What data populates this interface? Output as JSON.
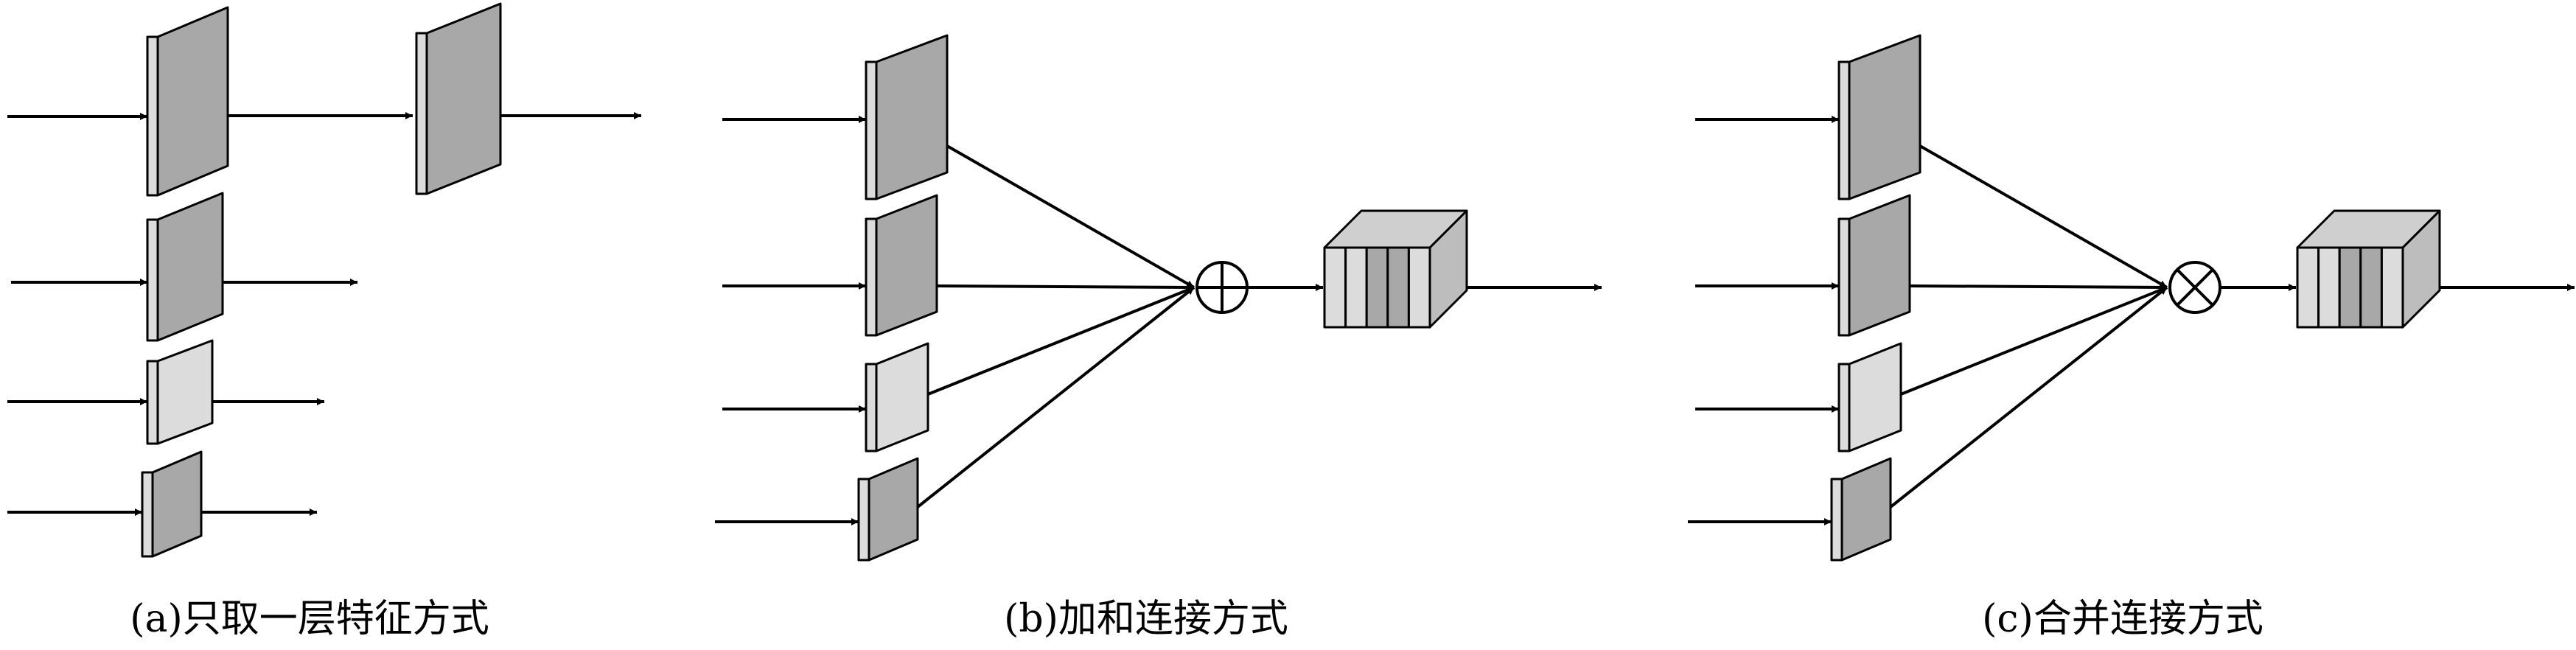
{
  "panels": [
    {
      "id": "a",
      "caption": "(a)只取一层特征方式",
      "operator": "none"
    },
    {
      "id": "b",
      "caption": "(b)加和连接方式",
      "operator": "plus"
    },
    {
      "id": "c",
      "caption": "(c)合并连接方式",
      "operator": "times"
    }
  ],
  "colors": {
    "block_dark": "#a8a8a8",
    "block_light": "#dcdcdc",
    "stroke": "#000000",
    "background": "#ffffff"
  }
}
